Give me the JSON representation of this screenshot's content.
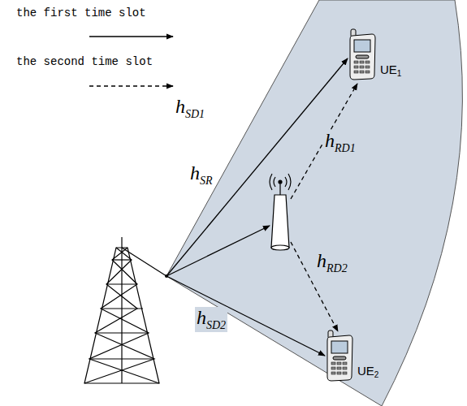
{
  "diagram": {
    "nodes": [
      {
        "text": [
          "UE1"
        ]
      },
      {
        "text": [
          "UE2"
        ]
      }
    ],
    "labels": [
      "hSD1",
      "hSR",
      "hRD1",
      "hRD2",
      "hSD2"
    ],
    "legend": [
      {
        "text": "the first time slot"
      },
      {
        "text": "the second time slot"
      }
    ]
  }
}
